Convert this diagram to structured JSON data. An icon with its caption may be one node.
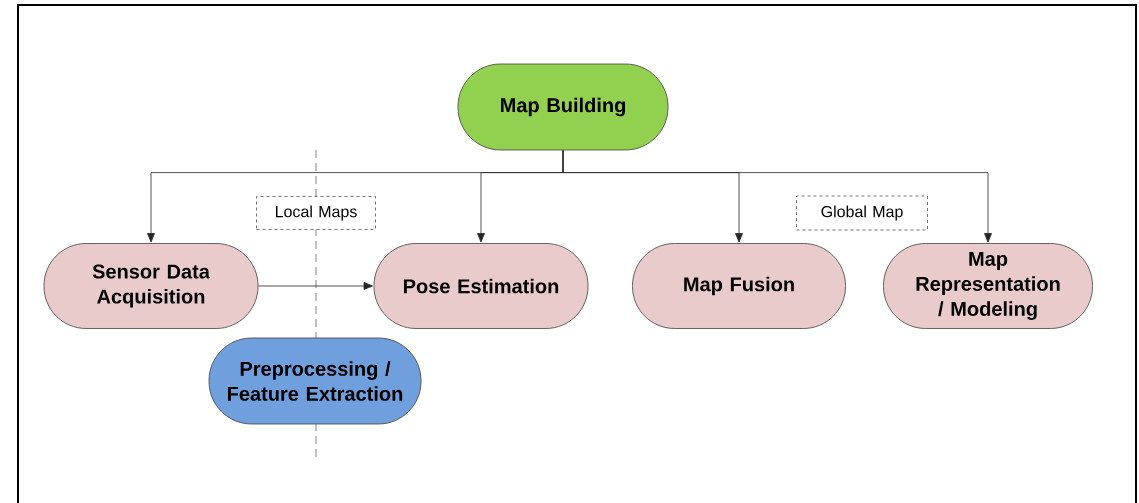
{
  "diagram": {
    "nodes": [
      {
        "text": [
          "Map Building"
        ]
      },
      {
        "text": [
          "Local Maps"
        ]
      },
      {
        "text": [
          "Global Map"
        ]
      },
      {
        "text": [
          "Sensor Data Acquisition"
        ]
      },
      {
        "text": [
          "Pose Estimation"
        ]
      },
      {
        "text": [
          "Map Fusion"
        ]
      },
      {
        "text": [
          "Map Representation / Modeling"
        ]
      },
      {
        "text": [
          "Preprocessing / Feature Extraction"
        ]
      }
    ],
    "edges": [
      {
        "from": 0,
        "to": 3,
        "arrow": "to"
      },
      {
        "from": 0,
        "to": 4,
        "arrow": "to"
      },
      {
        "from": 0,
        "to": 5,
        "arrow": "to"
      },
      {
        "from": 0,
        "to": 6,
        "arrow": "to"
      },
      {
        "from": 3,
        "to": 4,
        "arrow": "to"
      }
    ]
  }
}
